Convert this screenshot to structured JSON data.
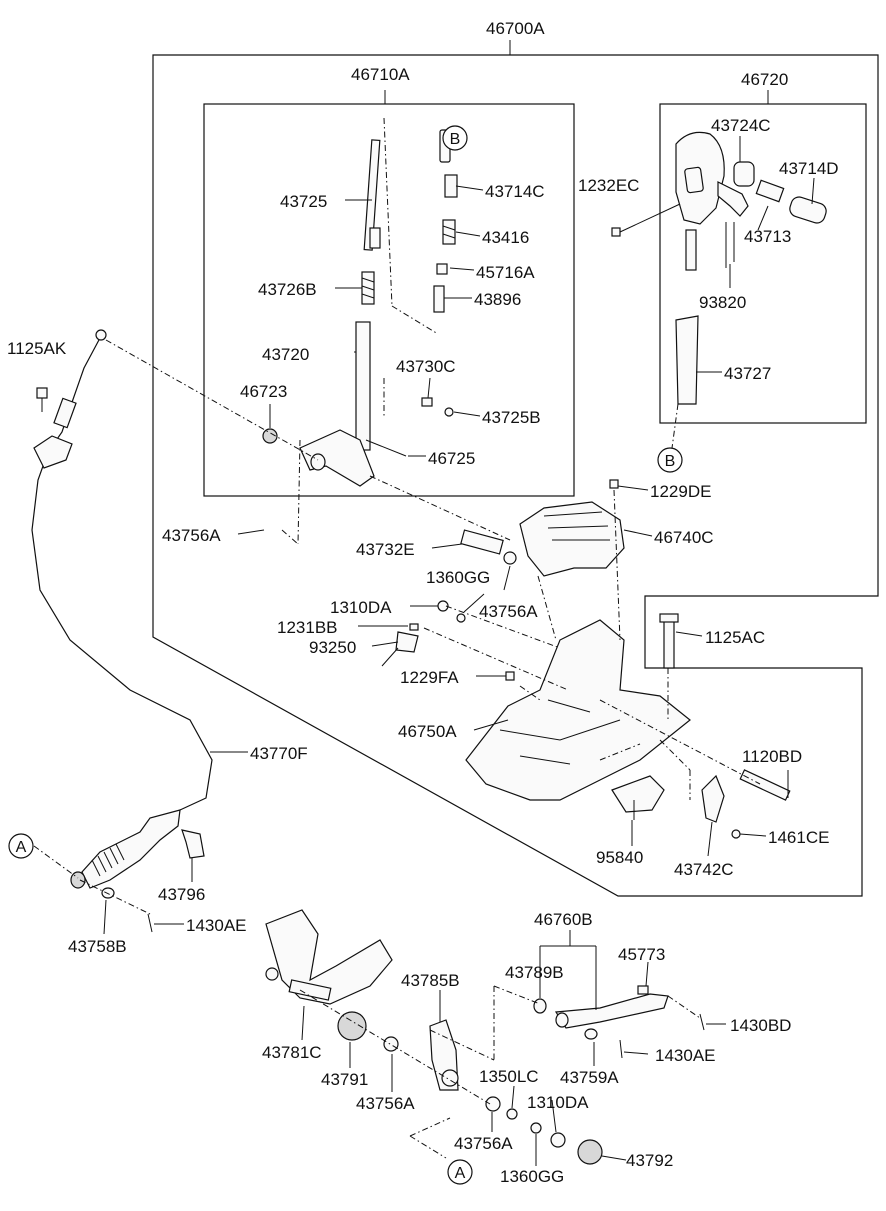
{
  "labels": {
    "assy_main": "46700A",
    "lever_assy": "46710A",
    "knob_assy": "46720",
    "l43724C": "43724C",
    "l43714D": "43714D",
    "l1232EC": "1232EC",
    "l43713": "43713",
    "l93820": "93820",
    "l43727": "43727",
    "l43725": "43725",
    "l43714C": "43714C",
    "l43416": "43416",
    "l45716A": "45716A",
    "l43726B": "43726B",
    "l43896": "43896",
    "l43720": "43720",
    "l43730C": "43730C",
    "l46723": "46723",
    "l43725B": "43725B",
    "l46725": "46725",
    "l1125AK": "1125AK",
    "l1229DE": "1229DE",
    "l43756A_1": "43756A",
    "l46740C": "46740C",
    "l43732E": "43732E",
    "l1360GG_1": "1360GG",
    "l43756A_2": "43756A",
    "l1310DA_1": "1310DA",
    "l1231BB": "1231BB",
    "l93250": "93250",
    "l1125AC": "1125AC",
    "l1229FA": "1229FA",
    "l46750A": "46750A",
    "l43770F": "43770F",
    "l1120BD": "1120BD",
    "l1461CE": "1461CE",
    "l95840": "95840",
    "l43742C": "43742C",
    "l43796": "43796",
    "l43758B": "43758B",
    "l1430AE_1": "1430AE",
    "l46760B": "46760B",
    "l43789B": "43789B",
    "l45773": "45773",
    "l43785B": "43785B",
    "l1430BD": "1430BD",
    "l1430AE_2": "1430AE",
    "l43781C": "43781C",
    "l43791": "43791",
    "l43756A_3": "43756A",
    "l1350LC": "1350LC",
    "l43759A": "43759A",
    "l1310DA_2": "1310DA",
    "l43756A_4": "43756A",
    "l43792": "43792",
    "l1360GG_2": "1360GG"
  },
  "markers": {
    "a": "A",
    "b": "B"
  }
}
